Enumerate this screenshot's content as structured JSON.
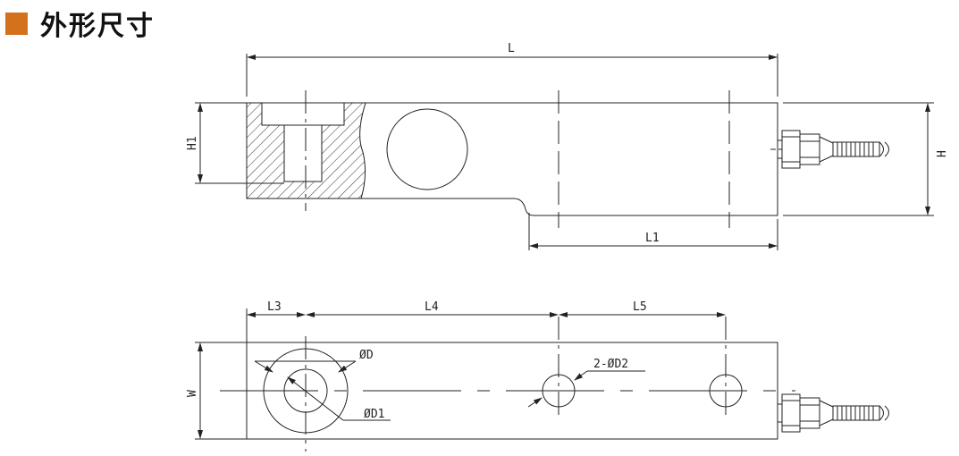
{
  "header": {
    "title": "外形尺寸",
    "accent_color": "#d4711d"
  },
  "labels": {
    "L": "L",
    "L1": "L1",
    "H": "H",
    "H1": "H1",
    "L3": "L3",
    "L4": "L4",
    "L5": "L5",
    "W": "W",
    "phiD": "ØD",
    "phiD1": "ØD1",
    "twoPhiD2": "2-ØD2"
  }
}
